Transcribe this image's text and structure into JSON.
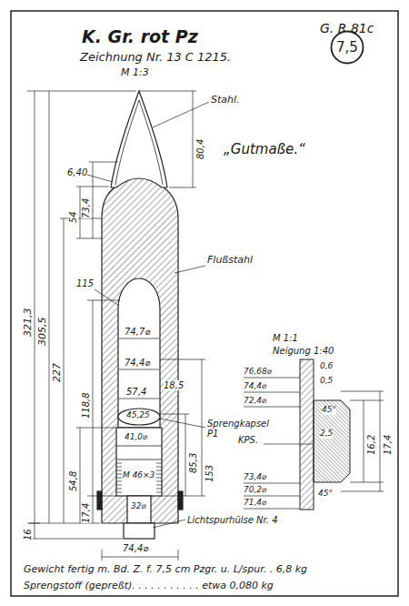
{
  "diagram": {
    "title": "K. Gr. rot Pz",
    "nodes": [
      {
        "text": [
          "7,5"
        ]
      }
    ],
    "labels": [
      "Zeichnung Nr. 13 C 1215.",
      "M 1:3",
      "G. R 81c",
      "Stahl.",
      "„Gutmaße.“",
      "6,40",
      "80,4",
      "73,4",
      "54",
      "Flußstahl",
      "115",
      "305,5",
      "321,3",
      "227",
      "74,7⌀",
      "74,4⌀",
      "118,8",
      "57,4",
      "18,5",
      "45,25",
      "85,3",
      "153",
      "41,0⌀",
      "Sprengkapsel P1",
      "M 46×3",
      "54,8",
      "17,4",
      "16",
      "32⌀",
      "Lichtspurhülse Nr. 4",
      "74,4⌀",
      "M 1:1",
      "Neigung 1:40",
      "76,68⌀",
      "74,4⌀",
      "72,4⌀",
      "0,6",
      "0,5",
      "2,5",
      "45°",
      "KPS.",
      "16,2",
      "17,4",
      "73,4⌀",
      "70,2⌀",
      "71,4⌀",
      "45°",
      "Gewicht fertig m. Bd. Z. f. 7,5 cm Pzgr. u. L/spur. . 6,8 kg",
      "Sprengstoff (gepreßt). . . . . . . . . . . etwa 0,080 kg"
    ]
  }
}
